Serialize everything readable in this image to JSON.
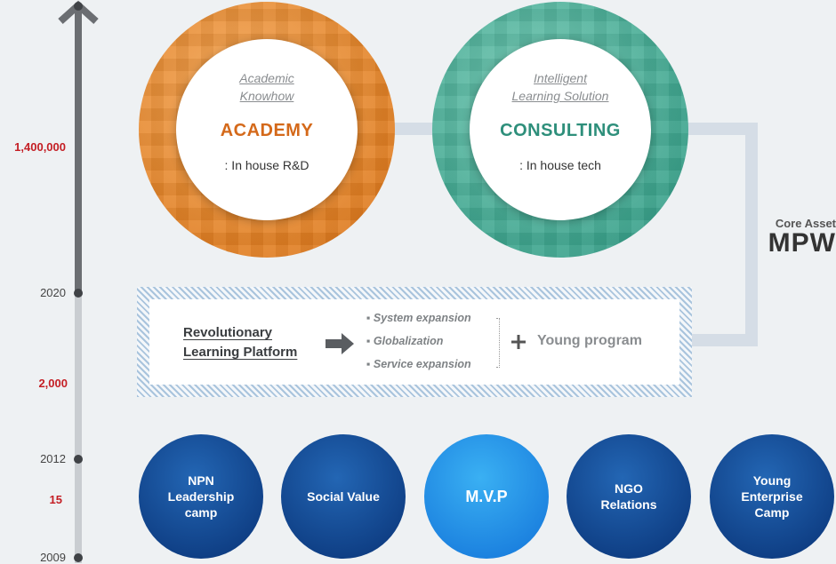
{
  "timeline": {
    "years": [
      "2020",
      "2012",
      "2009"
    ],
    "figures": [
      "1,400,000",
      "2,000",
      "15"
    ],
    "accent_color": "#c41e24"
  },
  "academy": {
    "subtitle_line1": "Academic",
    "subtitle_line2": "Knowhow",
    "title": "ACADEMY",
    "description": ": In house R&D",
    "color": "#e27f22"
  },
  "consulting": {
    "subtitle_line1": "Intelligent",
    "subtitle_line2": "Learning Solution",
    "title": "CONSULTING",
    "description": ": In house tech",
    "color": "#3da58e"
  },
  "core_asset": {
    "label": "Core Asset",
    "name": "MPW"
  },
  "platform": {
    "title_line1": "Revolutionary",
    "title_line2": "Learning Platform",
    "arrow_icon": "right-arrow-icon",
    "bullets": [
      "System expansion",
      "Globalization",
      "Service expansion"
    ],
    "plus_icon": "plus-icon",
    "young_program": "Young program"
  },
  "programs": [
    {
      "label": "NPN\nLeadership\ncamp"
    },
    {
      "label": "Social Value"
    },
    {
      "label": "M.V.P"
    },
    {
      "label": "NGO\nRelations"
    },
    {
      "label": "Young\nEnterprise\nCamp"
    }
  ]
}
